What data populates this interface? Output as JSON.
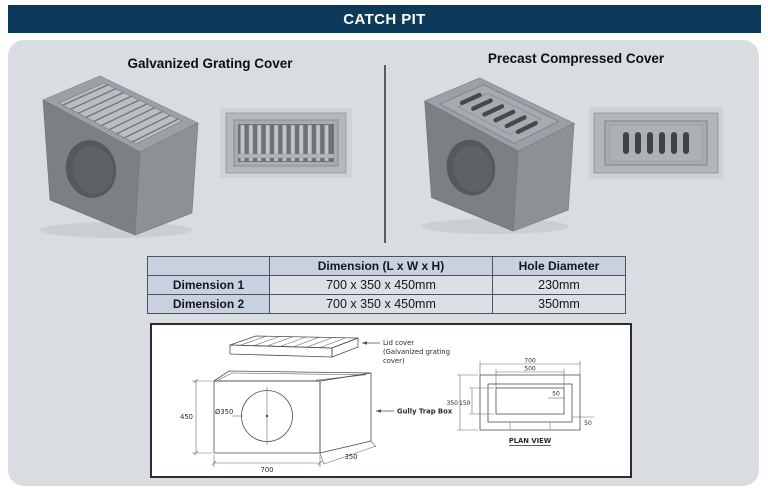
{
  "page": {
    "title": "CATCH PIT"
  },
  "products": {
    "left": {
      "title": "Galvanized Grating Cover"
    },
    "right": {
      "title": "Precast Compressed Cover"
    }
  },
  "spec_table": {
    "col_headers": [
      "",
      "Dimension (L x W x H)",
      "Hole Diameter"
    ],
    "rows": [
      {
        "name": "Dimension 1",
        "size": "700 x 350 x 450mm",
        "hole": "230mm"
      },
      {
        "name": "Dimension 2",
        "size": "700 x 350 x 450mm",
        "hole": "350mm"
      }
    ]
  },
  "drawing": {
    "lid_label": [
      "Lid cover",
      "(Galvanized grating",
      "cover)"
    ],
    "gully_label": "Gully Trap Box",
    "front": {
      "height": "450",
      "width": "700",
      "depth": "350",
      "hole_dia": "Ø350"
    },
    "plan": {
      "outer_w": "700",
      "inner_w": "500",
      "outer_h": "350",
      "inner_h": "150",
      "offset_a": "50",
      "offset_b": "50",
      "caption": "PLAN VIEW"
    }
  },
  "colors": {
    "header_bg": "#0d3a5b",
    "panel_bg": "#d9dce1",
    "table_head_bg": "#c8d1df",
    "table_cell_bg": "#dcdfe4",
    "concrete_dark": "#7c8085",
    "concrete_mid": "#8d9196",
    "concrete_top": "#9ba0a5",
    "metal": "#c2c5c9",
    "slot_dark": "#3f4246"
  }
}
